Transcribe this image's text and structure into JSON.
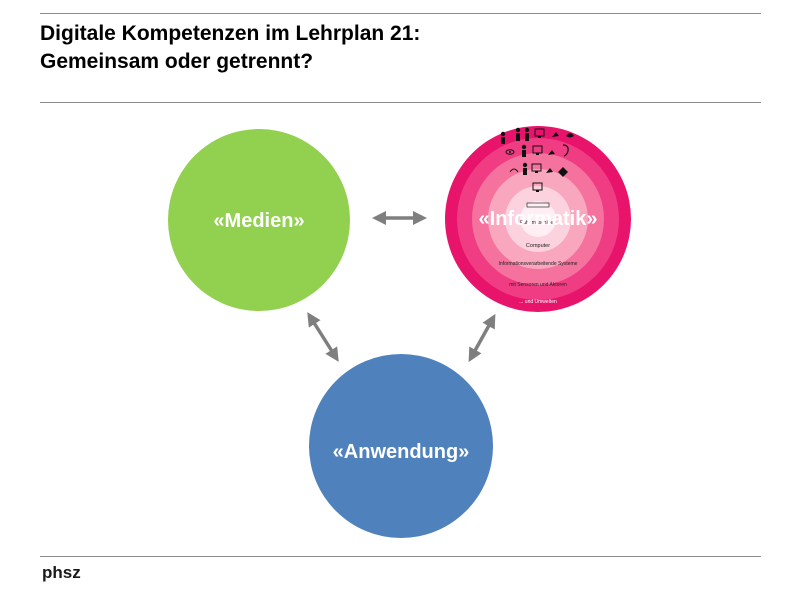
{
  "header": {
    "title_line1": "Digitale Kompetenzen  im Lehrplan 21:",
    "title_line2": "Gemeinsam  oder getrennt?"
  },
  "footer": {
    "logo": "phsz"
  },
  "diagram": {
    "medien": {
      "label": "«Medien»",
      "color": "#92d050"
    },
    "informatik": {
      "label": "«Informatik»",
      "rings": {
        "machines": "Fahr maschinen",
        "computer": "Computer",
        "info_systems": "Informationsverarbeitende Systeme",
        "sensors": "mit Sensoren und Aktoren",
        "environments": "... und Umwelten"
      },
      "colors": [
        "#e8146c",
        "#f03c82",
        "#f5729e",
        "#f9a6bf",
        "#fcd2de",
        "#ffeef3"
      ]
    },
    "anwendung": {
      "label": "«Anwendung»",
      "color": "#4f81bd"
    },
    "arrow_color": "#7f7f7f"
  }
}
